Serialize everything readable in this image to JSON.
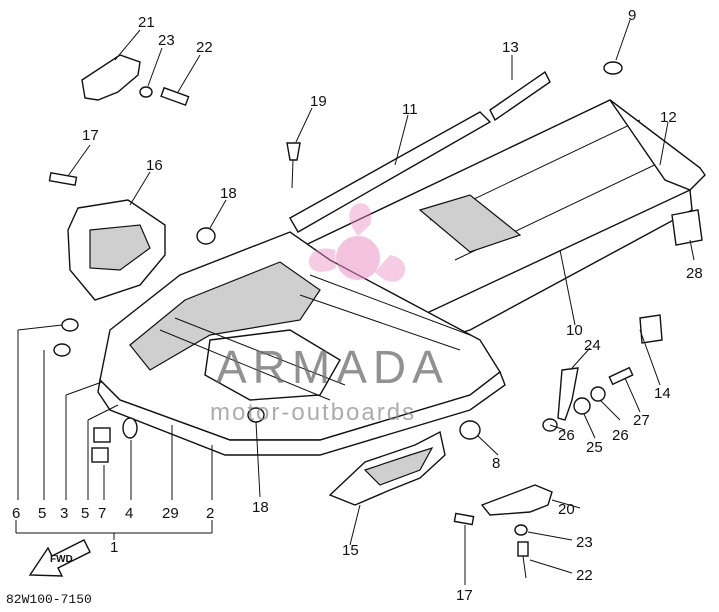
{
  "watermark": {
    "brand": "ARMADA",
    "tagline": "motor-outboards",
    "logo_color": "#e88fc4"
  },
  "drawing_code": "82W100-7150",
  "fwd_label": "FWD",
  "callouts": [
    "21",
    "23",
    "22",
    "9",
    "13",
    "17",
    "19",
    "11",
    "12",
    "16",
    "18",
    "28",
    "6",
    "5",
    "3",
    "5",
    "7",
    "4",
    "29",
    "2",
    "18",
    "1",
    "10",
    "24",
    "14",
    "27",
    "26",
    "25",
    "26",
    "8",
    "20",
    "23",
    "22",
    "15",
    "17"
  ]
}
